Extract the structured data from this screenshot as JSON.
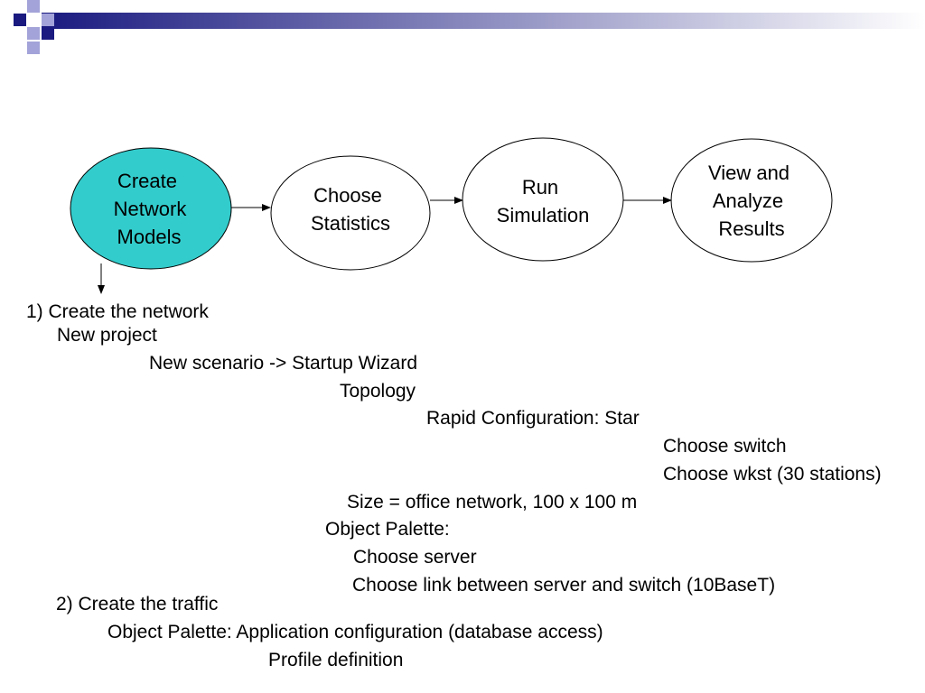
{
  "colors": {
    "banner_dark": "#1a1a80",
    "banner_light": "#ffffff",
    "square_dark": "#1a1a80",
    "square_light": "#a3a3d9",
    "active_node_fill": "#33cccc",
    "node_fill": "#ffffff",
    "stroke": "#000000"
  },
  "flow": {
    "create": [
      "Create",
      "Network",
      "Models"
    ],
    "choose": [
      "Choose",
      "Statistics"
    ],
    "run": [
      "Run",
      "Simulation"
    ],
    "view": [
      "View and",
      "Analyze",
      "Results"
    ]
  },
  "steps": {
    "s1": "1) Create the network",
    "s1_new_project": "New project",
    "s1_new_scenario": "New scenario -> Startup Wizard",
    "s1_topology": "Topology",
    "s1_rapid": "Rapid Configuration: Star",
    "s1_switch": "Choose switch",
    "s1_wkst": "Choose wkst (30 stations)",
    "s1_size": "Size = office network, 100 x 100 m",
    "s1_palette": "Object Palette:",
    "s1_server": "Choose server",
    "s1_link": "Choose link between server and switch (10BaseT)",
    "s2": "2) Create the traffic",
    "s2_palette": "Object Palette: Application configuration (database access)",
    "s2_profile": "Profile definition"
  }
}
